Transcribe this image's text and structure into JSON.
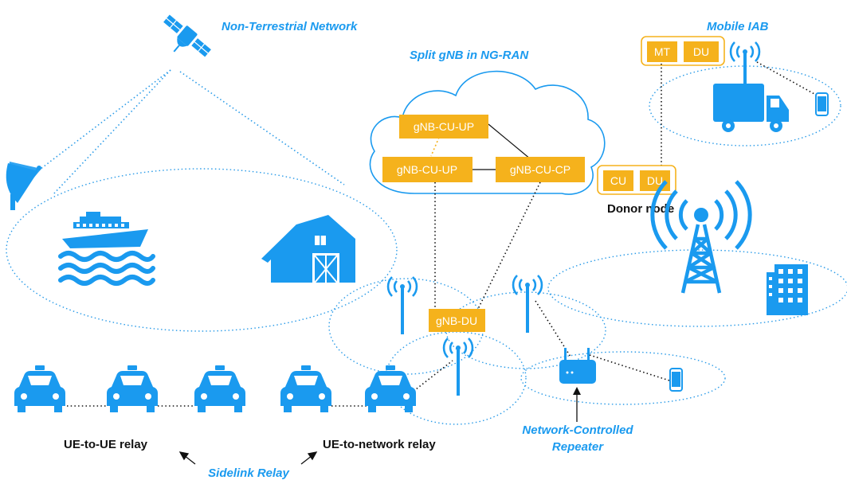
{
  "labels": {
    "non_terrestrial_network": "Non-Terrestrial Network",
    "split_gnb": "Split gNB in NG-RAN",
    "mobile_iab": "Mobile IAB",
    "donor_node": "Donor node",
    "ue_to_ue_relay": "UE-to-UE relay",
    "ue_to_network_relay": "UE-to-network relay",
    "sidelink_relay": "Sidelink Relay",
    "ncr_line1": "Network-Controlled",
    "ncr_line2": "Repeater"
  },
  "boxes": {
    "gnb_cu_up_top": "gNB-CU-UP",
    "gnb_cu_up_bottom": "gNB-CU-UP",
    "gnb_cu_cp": "gNB-CU-CP",
    "gnb_du": "gNB-DU",
    "mt": "MT",
    "du_mobile": "DU",
    "cu": "CU",
    "du_donor": "DU"
  },
  "colors": {
    "accent_blue": "#1a9aef",
    "box_orange": "#f5b21c",
    "text_dark": "#111111"
  },
  "icons": [
    "satellite-icon",
    "satellite-dish-icon",
    "ship-icon",
    "waves-icon",
    "barn-icon",
    "cloud-icon",
    "antenna-icon",
    "cell-tower-icon",
    "building-icon",
    "truck-icon",
    "phone-icon",
    "car-icon",
    "repeater-router-icon"
  ]
}
